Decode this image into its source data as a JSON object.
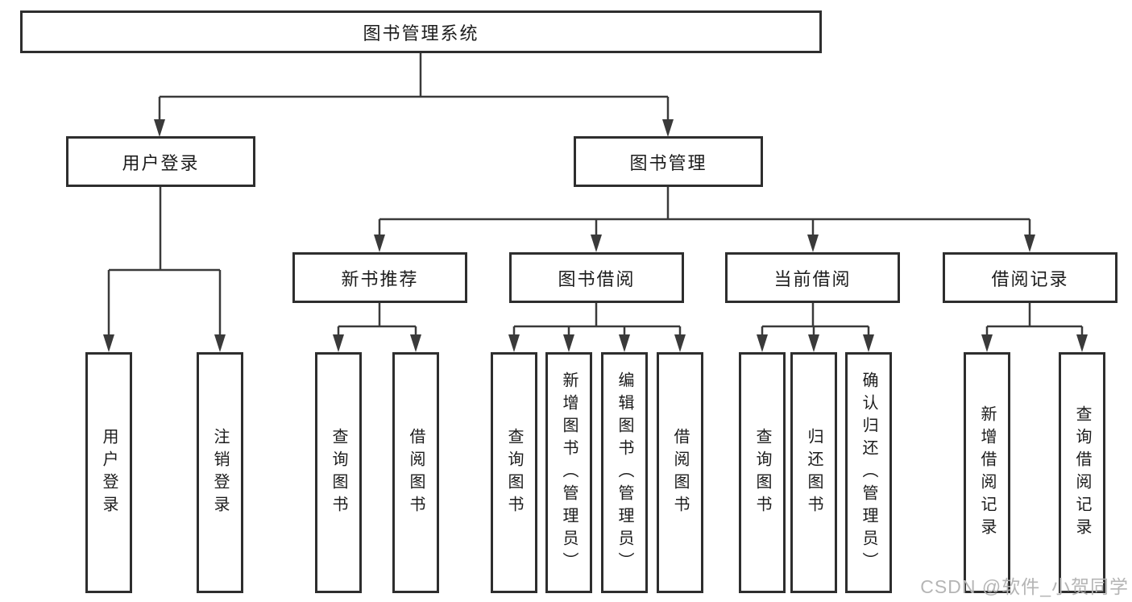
{
  "tree": {
    "root": {
      "label": "图书管理系统"
    },
    "branches": [
      {
        "label": "用户登录",
        "leaves": [
          {
            "label": "用户登录"
          },
          {
            "label": "注销登录"
          }
        ]
      },
      {
        "label": "图书管理",
        "groups": [
          {
            "label": "新书推荐",
            "leaves": [
              {
                "label": "查询图书"
              },
              {
                "label": "借阅图书"
              }
            ]
          },
          {
            "label": "图书借阅",
            "leaves": [
              {
                "label": "查询图书"
              },
              {
                "label": "新增图书（管理员）"
              },
              {
                "label": "编辑图书（管理员）"
              },
              {
                "label": "借阅图书"
              }
            ]
          },
          {
            "label": "当前借阅",
            "leaves": [
              {
                "label": "查询图书"
              },
              {
                "label": "归还图书"
              },
              {
                "label": "确认归还（管理员）"
              }
            ]
          },
          {
            "label": "借阅记录",
            "leaves": [
              {
                "label": "新增借阅记录"
              },
              {
                "label": "查询借阅记录"
              }
            ]
          }
        ]
      }
    ]
  },
  "watermark": {
    "text": "CSDN @软件_小贺同学",
    "color": "#b5b5b5"
  },
  "colors": {
    "line": "#3a3a3a",
    "box_border": "#2e2e2e",
    "text": "#1c1c1c",
    "background": "#ffffff"
  }
}
